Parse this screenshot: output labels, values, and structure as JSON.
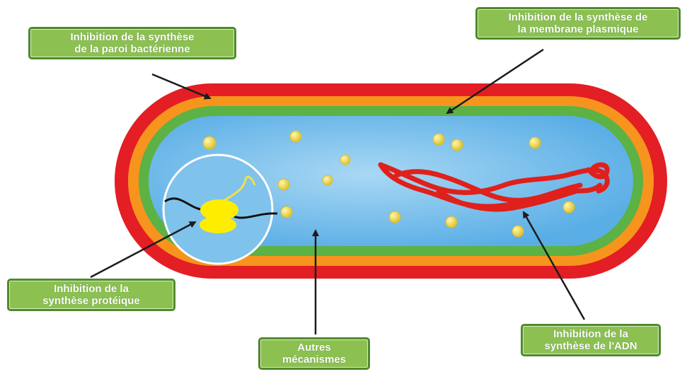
{
  "labels": {
    "cell_wall": {
      "line1": "Inhibition de la synthèse",
      "line2": "de la paroi bactérienne"
    },
    "membrane": {
      "line1": "Inhibition de la synthèse de",
      "line2": "la membrane plasmique"
    },
    "protein": {
      "line1": "Inhibition de la",
      "line2": "synthèse protéique"
    },
    "other": {
      "line1": "Autres",
      "line2": "mécanismes"
    },
    "dna": {
      "line1": "Inhibition de la",
      "line2": "synthèse de l'ADN"
    }
  },
  "colors": {
    "cell_wall": "#e31e24",
    "outer_layer": "#f7941d",
    "membrane": "#5cb244",
    "cytoplasm": "#62b5e8",
    "cytoplasm_light": "#a9d8f4",
    "dna": "#e0201b",
    "ribosome": "#ffed00",
    "granule": "#f6e04a",
    "label_fill": "#8cc152",
    "label_border": "#4f8a2c",
    "arrow": "#1c1c1c"
  }
}
